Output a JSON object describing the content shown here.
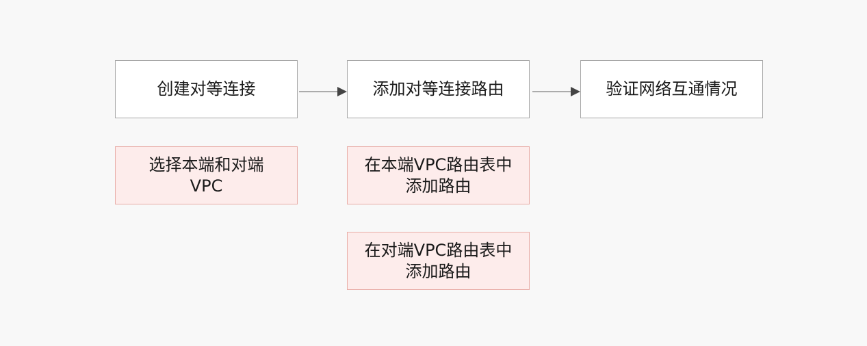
{
  "colors": {
    "background": "#f8f8f8",
    "step_fill": "#ffffff",
    "step_border": "#a6a6a6",
    "sub_fill": "#fdeceb",
    "sub_border": "#e8aca6",
    "arrow": "#7f7f7f"
  },
  "steps": [
    {
      "label": "创建对等连接"
    },
    {
      "label": "添加对等连接路由"
    },
    {
      "label": "验证网络互通情况"
    }
  ],
  "substeps": [
    {
      "line1": "选择本端和对端",
      "line2": "VPC"
    },
    {
      "line1": "在本端VPC路由表中",
      "line2": "添加路由"
    },
    {
      "line1": "在对端VPC路由表中",
      "line2": "添加路由"
    }
  ]
}
